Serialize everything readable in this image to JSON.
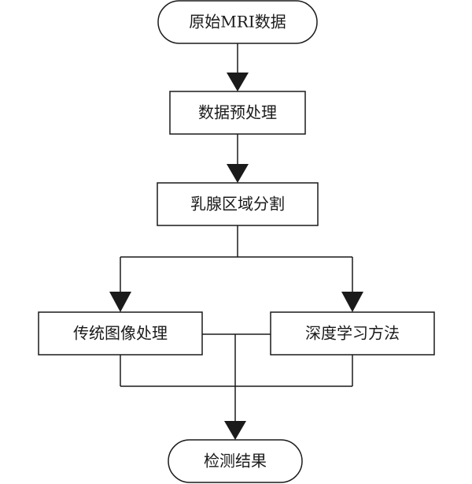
{
  "diagram": {
    "nodes": {
      "start": "原始MRI数据",
      "preprocess": "数据预处理",
      "segmentation": "乳腺区域分割",
      "traditional": "传统图像处理",
      "deep_learning": "深度学习方法",
      "result": "检测结果"
    }
  }
}
